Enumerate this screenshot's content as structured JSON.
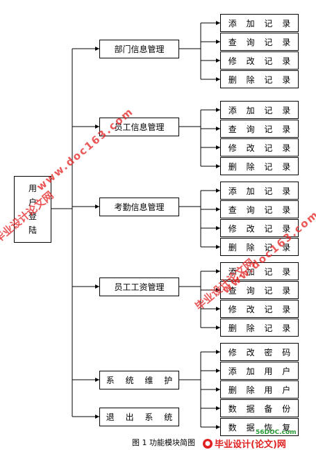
{
  "root": {
    "chars": [
      "用",
      "户",
      "登",
      "陆"
    ]
  },
  "modules": [
    {
      "id": "dept",
      "label": "部门信息管理",
      "children": [
        "添 加 记 录",
        "查 询 记 录",
        "修 改 记 录",
        "删 除 记 录"
      ]
    },
    {
      "id": "emp",
      "label": "员工信息管理",
      "children": [
        "添 加 记 录",
        "查 询 记 录",
        "修 改 记 录",
        "删 除 记 录"
      ]
    },
    {
      "id": "attendance",
      "label": "考勤信息管理",
      "children": [
        "添 加 记 录",
        "查 询 记 录",
        "修 改 记 录",
        "删 除 记 录"
      ]
    },
    {
      "id": "salary",
      "label": "员工工资管理",
      "children": [
        "添 加 记 录",
        "查 询 记 录",
        "修 改 记 录",
        "删 除 记 录"
      ]
    },
    {
      "id": "system",
      "label": "系 统 维 护",
      "children": [
        "修 改 密 码",
        "添 加 用 户",
        "删 除 用 户",
        "数 据 备 份",
        "数 据 恢 复"
      ]
    },
    {
      "id": "exit",
      "label": "退 出 系 统",
      "children": []
    }
  ],
  "caption": "图 1  功能模块简图",
  "watermarks": {
    "site": "www.doc163.com",
    "cn": "毕业设计论文网",
    "brand": "毕业设计(论文)网",
    "brand_small": "56DOC.com"
  },
  "colors": {
    "line": "#000000",
    "watermark": "#e02828",
    "brand_green": "#2a9d3a"
  }
}
